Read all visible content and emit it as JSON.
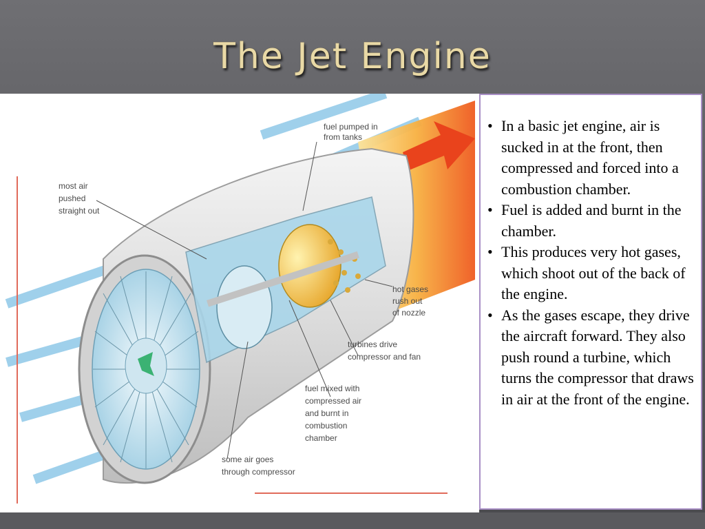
{
  "slide": {
    "title": "The Jet Engine"
  },
  "diagram": {
    "labels": {
      "fuel_pumped": [
        "fuel pumped in",
        "from tanks"
      ],
      "most_air": [
        "most air",
        "pushed",
        "straight out"
      ],
      "hot_gases": [
        "hot gases",
        "rush out",
        "of nozzle"
      ],
      "turbines": [
        "turbines drive",
        "compressor and fan"
      ],
      "fuel_mixed": [
        "fuel mixed with",
        "compressed air",
        "and burnt in",
        "combustion",
        "chamber"
      ],
      "some_air": [
        "some air goes",
        "through compressor"
      ]
    },
    "colors": {
      "air_stream": "#8fc8e8",
      "exhaust": "#f2a33a",
      "engine_casing": "#e4e4e4",
      "combustion": "#f4c542"
    }
  },
  "bullets": [
    "In a basic jet engine, air is sucked in at the front, then compressed and forced into a combustion chamber.",
    "Fuel is added and burnt in the chamber.",
    "This produces very hot gases, which shoot out of the back of the engine.",
    "As the gases escape, they drive the aircraft forward.  They also push round a turbine, which turns the compressor that draws in air at the front of the engine."
  ],
  "bullet_char": "•"
}
